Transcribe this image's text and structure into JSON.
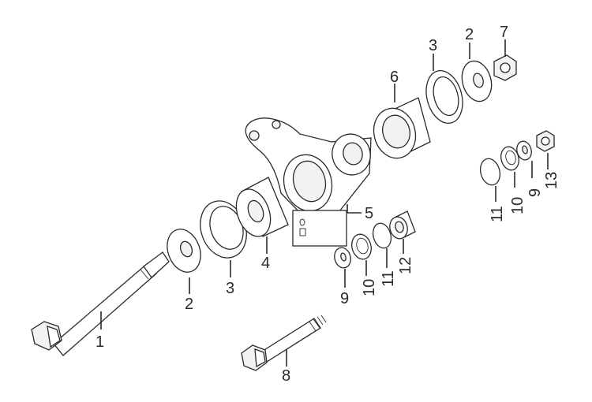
{
  "callouts": [
    {
      "id": "c1",
      "text": "1"
    },
    {
      "id": "c2a",
      "text": "2"
    },
    {
      "id": "c2b",
      "text": "2"
    },
    {
      "id": "c3a",
      "text": "3"
    },
    {
      "id": "c3b",
      "text": "3"
    },
    {
      "id": "c4",
      "text": "4"
    },
    {
      "id": "c5",
      "text": "5"
    },
    {
      "id": "c6",
      "text": "6"
    },
    {
      "id": "c7",
      "text": "7"
    },
    {
      "id": "c8",
      "text": "8"
    },
    {
      "id": "c9a",
      "text": "9"
    },
    {
      "id": "c9b",
      "text": "9"
    },
    {
      "id": "c10a",
      "text": "10"
    },
    {
      "id": "c10b",
      "text": "10"
    },
    {
      "id": "c11a",
      "text": "11"
    },
    {
      "id": "c11b",
      "text": "11"
    },
    {
      "id": "c12",
      "text": "12"
    },
    {
      "id": "c13",
      "text": "13"
    }
  ],
  "colors": {
    "ink": "#2a2a2a",
    "background": "#ffffff"
  }
}
